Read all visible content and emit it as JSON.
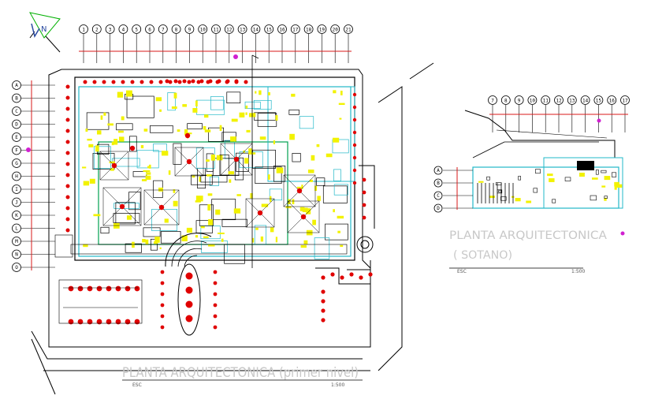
{
  "drawing": {
    "main_title": "PLANTA ARQUITECTONICA (primer nivel)",
    "main_scale_left": "ESC",
    "main_scale_right": "1:500",
    "basement_title_line1": "PLANTA ARQUITECTONICA",
    "basement_title_line2": "( SOTANO)",
    "basement_scale_left": "ESC",
    "basement_scale_right": "1:500"
  },
  "north_arrow": {
    "label": "N"
  },
  "grid_main": {
    "columns": [
      "1",
      "2",
      "3",
      "4",
      "5",
      "6",
      "7",
      "8",
      "9",
      "10",
      "11",
      "12",
      "13",
      "14",
      "15",
      "16",
      "17",
      "18",
      "19",
      "20",
      "21"
    ],
    "rows": [
      "A",
      "B",
      "C",
      "D",
      "E",
      "F",
      "G",
      "H",
      "I",
      "J",
      "K",
      "L",
      "M",
      "N",
      "O"
    ]
  },
  "grid_basement": {
    "columns": [
      "7",
      "8",
      "9",
      "10",
      "11",
      "12",
      "13",
      "14",
      "15",
      "16",
      "17"
    ],
    "rows": [
      "A",
      "B",
      "C",
      "D"
    ]
  },
  "colors": {
    "walls": "#000000",
    "cyan": "#22b8c8",
    "yellow": "#f2f200",
    "red_trees": "#e00000",
    "green_zone": "#00a050",
    "grid_red": "#d81818",
    "magenta": "#d020d0",
    "title_text": "#c8c8c8"
  }
}
